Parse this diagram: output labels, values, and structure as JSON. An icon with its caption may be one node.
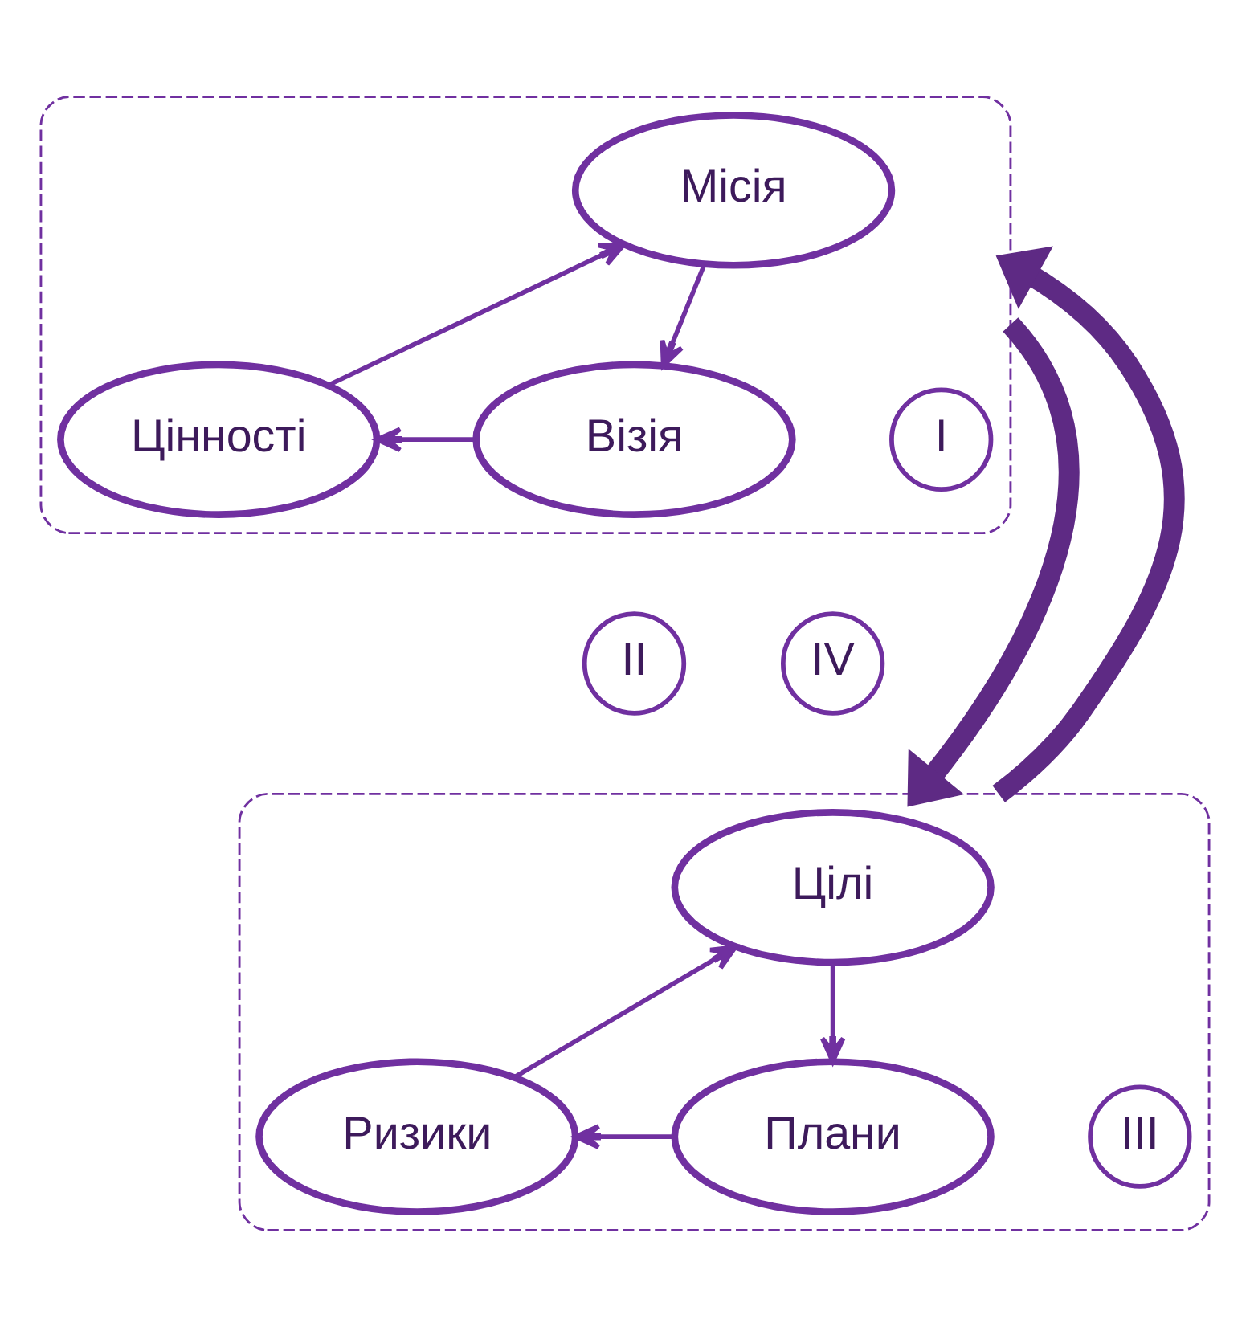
{
  "diagram": {
    "nodes": [
      {
        "text": [],
        "shape": "ellipse"
      },
      {
        "text": [
          "Місія"
        ],
        "in": 0
      },
      {
        "text": [
          "I"
        ],
        "in": 0
      },
      {
        "text": [
          "Цінності"
        ],
        "in": 0
      },
      {
        "text": [
          "Візія"
        ],
        "in": 0
      },
      {
        "text": [
          "II"
        ]
      },
      {
        "text": [
          "IV"
        ]
      },
      {
        "text": [],
        "shape": "ellipse"
      },
      {
        "text": [
          "Цілі"
        ],
        "in": 7
      },
      {
        "text": [
          "III"
        ],
        "in": 7
      },
      {
        "text": [
          "Ризики"
        ],
        "in": 7
      },
      {
        "text": [
          "Плани"
        ],
        "in": 7
      }
    ],
    "edges": [
      {
        "from": 1,
        "to": 4,
        "arrow": "to"
      },
      {
        "from": 4,
        "to": 3,
        "arrow": "to"
      },
      {
        "from": 3,
        "to": 1,
        "arrow": "to"
      },
      {
        "from": 0,
        "to": 7,
        "arrow": "to",
        "style": "thick",
        "color": "#5e2a84"
      },
      {
        "from": 7,
        "to": 0,
        "arrow": "to",
        "style": "thick",
        "color": "#5e2a84"
      },
      {
        "from": 8,
        "to": 11,
        "arrow": "to"
      },
      {
        "from": 11,
        "to": 10,
        "arrow": "to"
      },
      {
        "from": 10,
        "to": 8,
        "arrow": "to"
      }
    ]
  }
}
